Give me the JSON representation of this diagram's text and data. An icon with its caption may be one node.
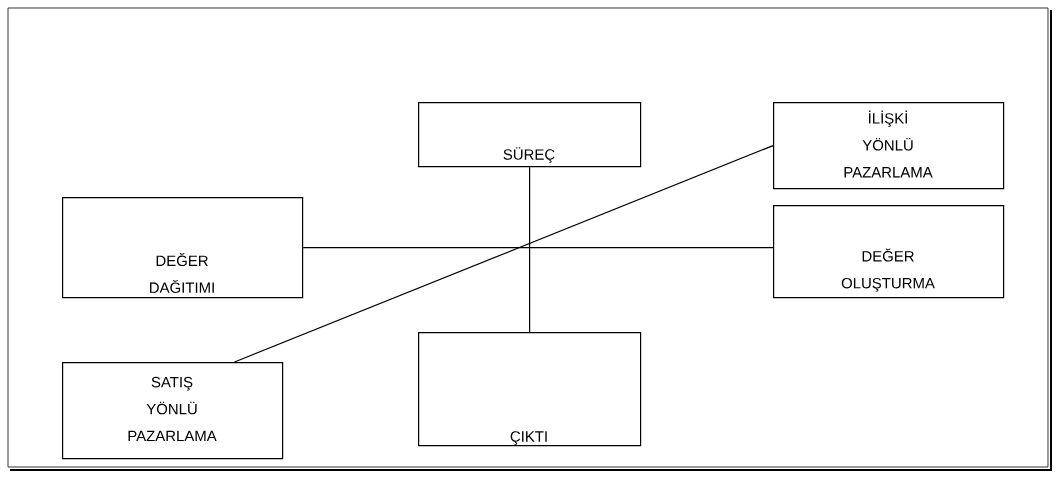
{
  "diagram": {
    "nodes": [
      {
        "text": [
          "SÜREÇ"
        ]
      },
      {
        "text": [
          "İLİŞKİ YÖNLÜ PAZARLAMA"
        ]
      },
      {
        "text": [
          "DEĞER DAĞITIMI"
        ]
      },
      {
        "text": [
          "DEĞER OLUŞTURMA"
        ]
      },
      {
        "text": [
          "SATIŞ YÖNLÜ PAZARLAMA"
        ]
      },
      {
        "text": [
          "ÇIKTI"
        ]
      }
    ],
    "edges": [
      {
        "from": 0,
        "to": 5,
        "arrow": "none"
      },
      {
        "from": 2,
        "to": 3,
        "arrow": "none"
      },
      {
        "from": 4,
        "to": 1,
        "arrow": "none"
      }
    ]
  }
}
